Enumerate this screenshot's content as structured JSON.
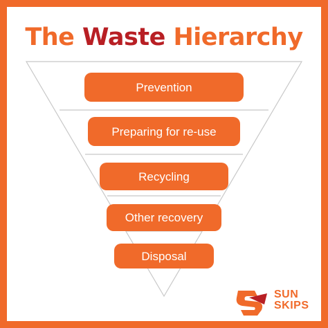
{
  "title": {
    "word1": "The",
    "word2": "Waste",
    "word3": "Hierarchy"
  },
  "stages": [
    {
      "label": "Prevention"
    },
    {
      "label": "Preparing for re-use"
    },
    {
      "label": "Recycling"
    },
    {
      "label": "Other recovery"
    },
    {
      "label": "Disposal"
    }
  ],
  "logo": {
    "line1": "SUN",
    "line2": "SKIPS",
    "icon": "sun-skips-logo-icon"
  },
  "colors": {
    "accent": "#f06a2a",
    "title_red": "#b81f24",
    "outline": "#c8c8c8"
  }
}
